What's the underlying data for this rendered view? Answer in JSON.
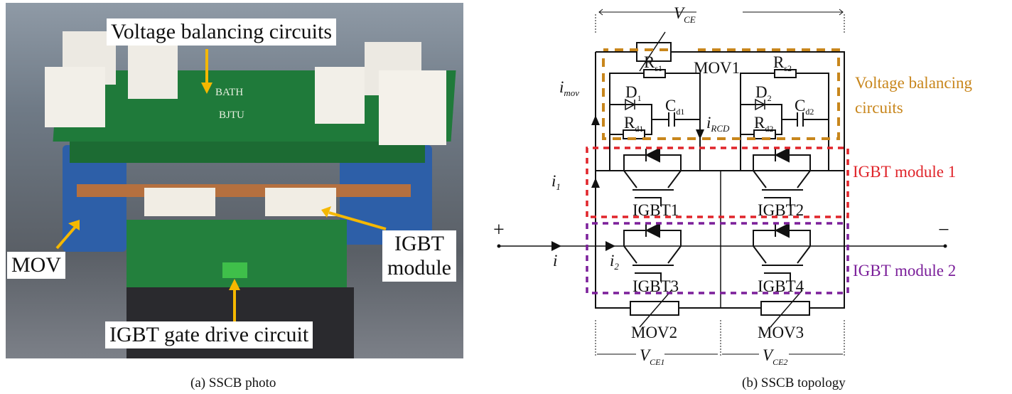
{
  "photo": {
    "labels": {
      "voltage_balancing": "Voltage balancing circuits",
      "mov": "MOV",
      "igbt_module_line1": "IGBT",
      "igbt_module_line2": "module",
      "gate_drive": "IGBT gate drive circuit"
    },
    "board_text": [
      "BATH",
      "BJTU"
    ],
    "arrow_color": "#f5b800"
  },
  "diagram": {
    "v_ce": {
      "main": "V",
      "sub": "CE"
    },
    "v_ce1": {
      "main": "V",
      "sub": "CE1"
    },
    "v_ce2": {
      "main": "V",
      "sub": "CE2"
    },
    "mov1": "MOV1",
    "mov2": "MOV2",
    "mov3": "MOV3",
    "rs1": {
      "main": "R",
      "sub": "s1"
    },
    "rs2": {
      "main": "R",
      "sub": "s2"
    },
    "d1": {
      "main": "D",
      "sub": "1"
    },
    "d2": {
      "main": "D",
      "sub": "2"
    },
    "cd1": {
      "main": "C",
      "sub": "d1"
    },
    "cd2": {
      "main": "C",
      "sub": "d2"
    },
    "rd1": {
      "main": "R",
      "sub": "d1"
    },
    "rd2": {
      "main": "R",
      "sub": "d2"
    },
    "i_mov": {
      "main": "i",
      "sub": "mov"
    },
    "i_rcd": {
      "main": "i",
      "sub": "RCD"
    },
    "i_1": {
      "main": "i",
      "sub": "1"
    },
    "i_2": {
      "main": "i",
      "sub": "2"
    },
    "i": "i",
    "plus": "+",
    "minus": "−",
    "igbt1": "IGBT1",
    "igbt2": "IGBT2",
    "igbt3": "IGBT3",
    "igbt4": "IGBT4",
    "legend": {
      "vb_line1": "Voltage balancing",
      "vb_line2": "circuits",
      "module1": "IGBT module 1",
      "module2": "IGBT module 2"
    },
    "colors": {
      "voltage_balancing": "#c8861c",
      "module1": "#e0242a",
      "module2": "#7b1f9a"
    }
  },
  "captions": {
    "a": "(a) SSCB photo",
    "b": "(b) SSCB topology"
  }
}
